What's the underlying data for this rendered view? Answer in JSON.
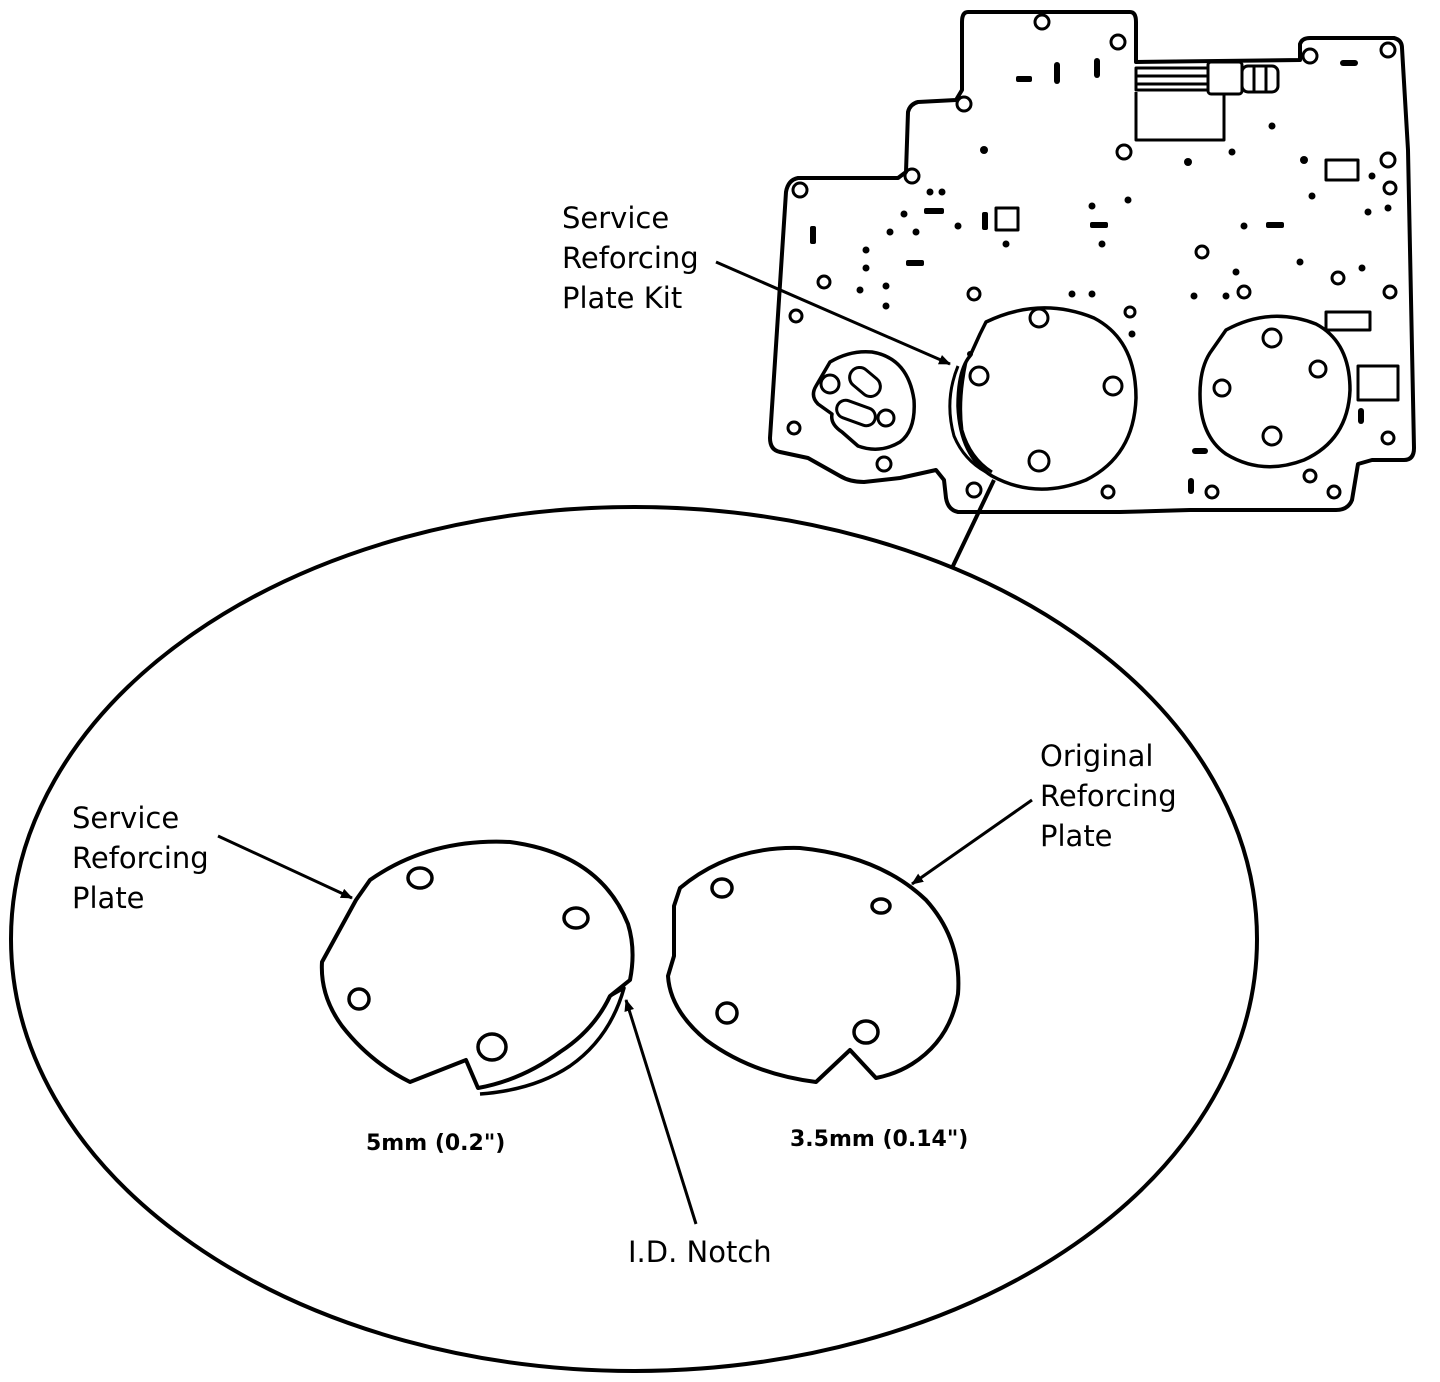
{
  "labels": {
    "kit": [
      "Service",
      "Reforcing",
      "Plate Kit"
    ],
    "service_plate": [
      "Service",
      "Reforcing",
      "Plate"
    ],
    "original_plate": [
      "Original",
      "Reforcing",
      "Plate"
    ],
    "service_thickness": "5mm (0.2\")",
    "original_thickness": "3.5mm (0.14\")",
    "notch": "I.D. Notch"
  },
  "colors": {
    "ink": "#000000",
    "paper": "#ffffff"
  }
}
